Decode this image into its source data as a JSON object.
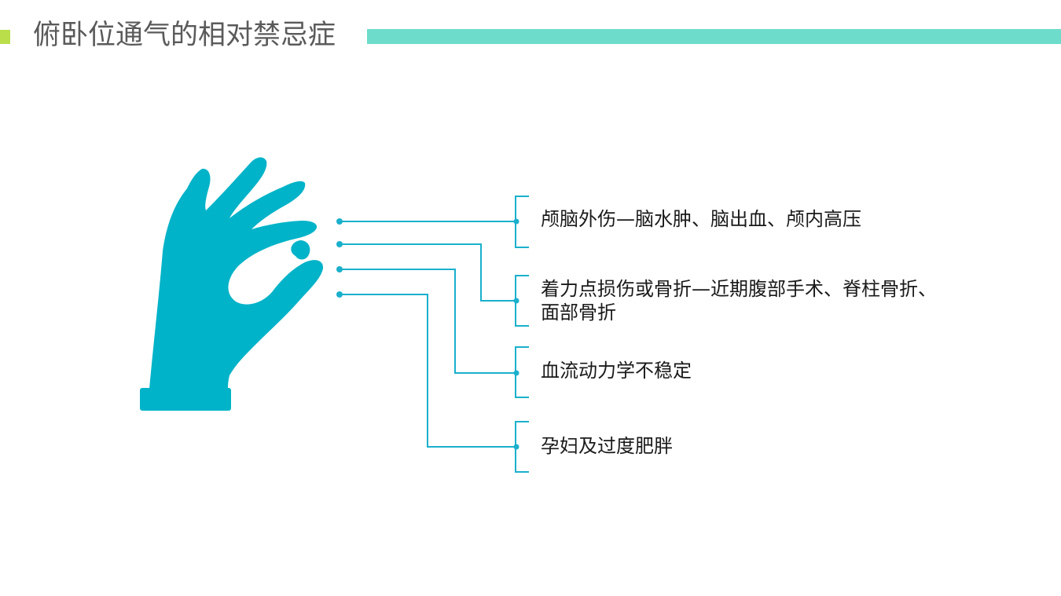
{
  "slide": {
    "title": "俯卧位通气的相对禁忌症"
  },
  "colors": {
    "accent_square": "#b9de4a",
    "title_bar": "#6ddccb",
    "hand": "#00b3c8",
    "connector": "#1ab0cc",
    "title_text": "#5a5a5a"
  },
  "icons": {
    "main": "hand-pinch-icon"
  },
  "items": [
    {
      "line1": "颅脑外伤—脑水肿、脑出血、颅内高压",
      "line2": ""
    },
    {
      "line1": "着力点损伤或骨折—近期腹部手术、脊柱骨折、",
      "line2": "面部骨折"
    },
    {
      "line1": "血流动力学不稳定",
      "line2": ""
    },
    {
      "line1": "孕妇及过度肥胖",
      "line2": ""
    }
  ]
}
